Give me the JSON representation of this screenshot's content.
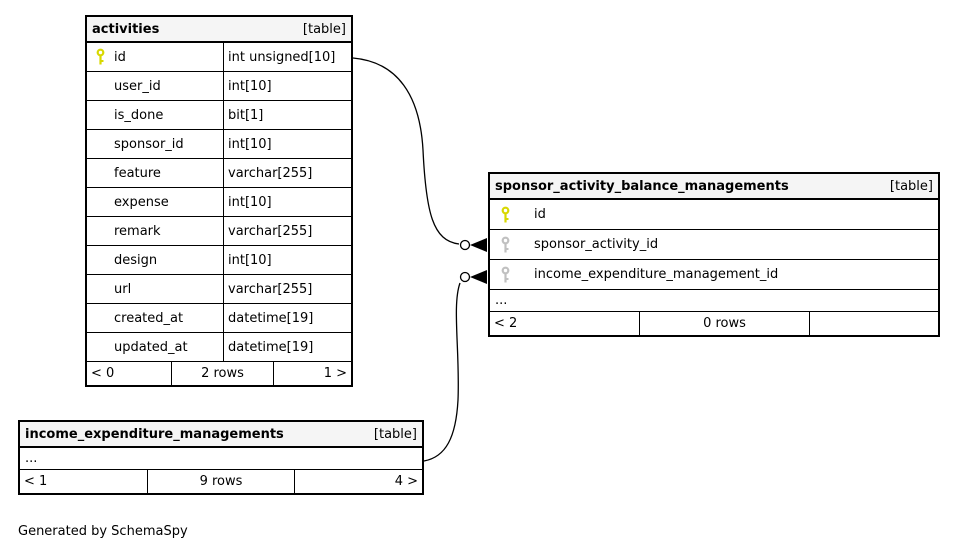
{
  "page": {
    "note": "Generated by SchemaSpy",
    "background": "#ffffff"
  },
  "colors": {
    "primary_key_icon": "#d8d800",
    "foreign_key_icon": "#c0c0c0",
    "header_bg": "#f5f5f5",
    "border": "#000000"
  },
  "tables": [
    {
      "name": "activities",
      "badge": "[table]",
      "show_types": true,
      "columns": [
        {
          "name": "id",
          "type": "int unsigned[10]",
          "key": "primary"
        },
        {
          "name": "user_id",
          "type": "int[10]",
          "key": ""
        },
        {
          "name": "is_done",
          "type": "bit[1]",
          "key": ""
        },
        {
          "name": "sponsor_id",
          "type": "int[10]",
          "key": ""
        },
        {
          "name": "feature",
          "type": "varchar[255]",
          "key": ""
        },
        {
          "name": "expense",
          "type": "int[10]",
          "key": ""
        },
        {
          "name": "remark",
          "type": "varchar[255]",
          "key": ""
        },
        {
          "name": "design",
          "type": "int[10]",
          "key": ""
        },
        {
          "name": "url",
          "type": "varchar[255]",
          "key": ""
        },
        {
          "name": "created_at",
          "type": "datetime[19]",
          "key": ""
        },
        {
          "name": "updated_at",
          "type": "datetime[19]",
          "key": ""
        }
      ],
      "ellipsis": "",
      "footer": {
        "left": "< 0",
        "center": "2 rows",
        "right": "1 >"
      }
    },
    {
      "name": "sponsor_activity_balance_managements",
      "badge": "[table]",
      "show_types": false,
      "columns": [
        {
          "name": "id",
          "type": "",
          "key": "primary"
        },
        {
          "name": "sponsor_activity_id",
          "type": "",
          "key": "foreign"
        },
        {
          "name": "income_expenditure_management_id",
          "type": "",
          "key": "foreign"
        }
      ],
      "ellipsis": "...",
      "footer": {
        "left": "< 2",
        "center": "0 rows",
        "right": ""
      }
    },
    {
      "name": "income_expenditure_managements",
      "badge": "[table]",
      "show_types": false,
      "columns": [],
      "ellipsis": "...",
      "footer": {
        "left": "< 1",
        "center": "9 rows",
        "right": "4 >"
      }
    }
  ],
  "relationships": [
    {
      "from": "activities.id",
      "to": "sponsor_activity_balance_managements.sponsor_activity_id"
    },
    {
      "from": "income_expenditure_managements",
      "to": "sponsor_activity_balance_managements.income_expenditure_management_id"
    }
  ]
}
